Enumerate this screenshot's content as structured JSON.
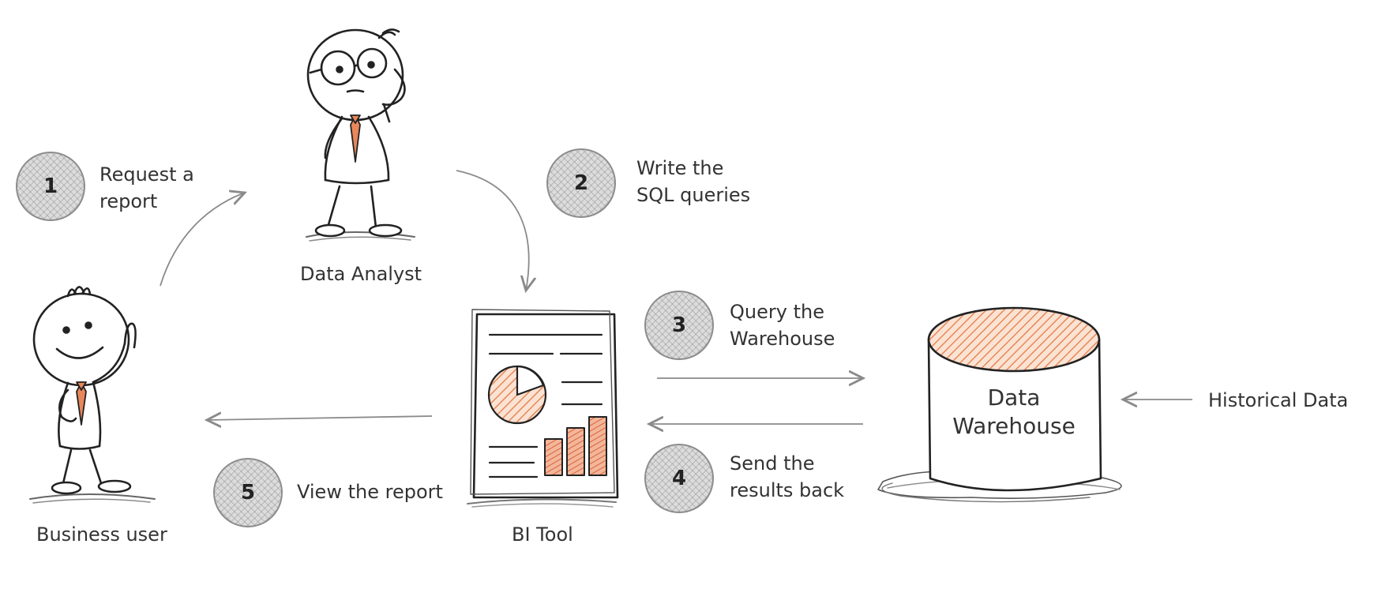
{
  "actors": {
    "analyst": "Data Analyst",
    "business": "Business user",
    "bi_tool": "BI Tool",
    "warehouse_line1": "Data",
    "warehouse_line2": "Warehouse",
    "historical": "Historical Data"
  },
  "steps": [
    {
      "num": "1",
      "line1": "Request a",
      "line2": "report"
    },
    {
      "num": "2",
      "line1": "Write the",
      "line2": "SQL queries"
    },
    {
      "num": "3",
      "line1": "Query the",
      "line2": "Warehouse"
    },
    {
      "num": "4",
      "line1": "Send the",
      "line2": "results back"
    },
    {
      "num": "5",
      "line1": "View the report",
      "line2": ""
    }
  ],
  "colors": {
    "accent": "#e8875a",
    "ink": "#222222",
    "arrow": "#8a8a8a"
  }
}
